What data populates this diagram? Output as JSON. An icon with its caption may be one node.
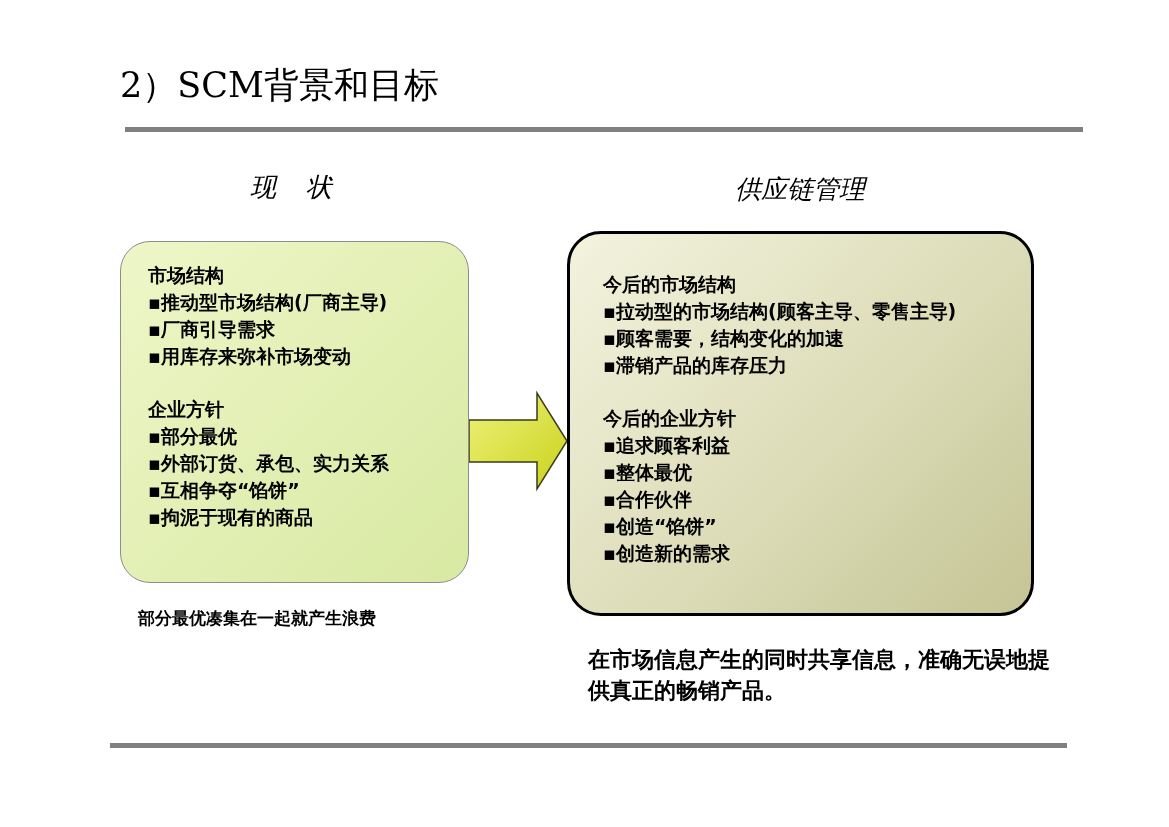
{
  "diagram": {
    "title": "2）SCM背景和目标",
    "nodes": [
      {
        "text": [
          "现 状",
          "市场结构",
          "▪推动型市场结构(厂商主导)",
          "▪厂商引导需求",
          "▪用库存来弥补市场变动",
          "企业方针",
          "▪部分最优",
          "▪外部订货、承包、实力关系",
          "▪互相争夺“馅饼”",
          "▪拘泥于现有的商品"
        ],
        "beside": [
          "部分最优凑集在一起就产生浪费"
        ]
      },
      {
        "text": [
          "供应链管理",
          "今后的市场结构",
          "▪拉动型的市场结构(顾客主导、零售主导)",
          "▪顾客需要，结构变化的加速",
          "▪滞销产品的库存压力",
          "今后的企业方针",
          "▪追求顾客利益",
          "▪整体最优",
          "▪合作伙伴",
          "▪创造“馅饼”",
          "▪创造新的需求"
        ],
        "beside": [
          "在市场信息产生的同时共享信息，准确无误地提供真正的畅销产品。"
        ]
      }
    ],
    "edges": [
      {
        "from": 0,
        "to": 1,
        "arrow": "to"
      }
    ]
  }
}
